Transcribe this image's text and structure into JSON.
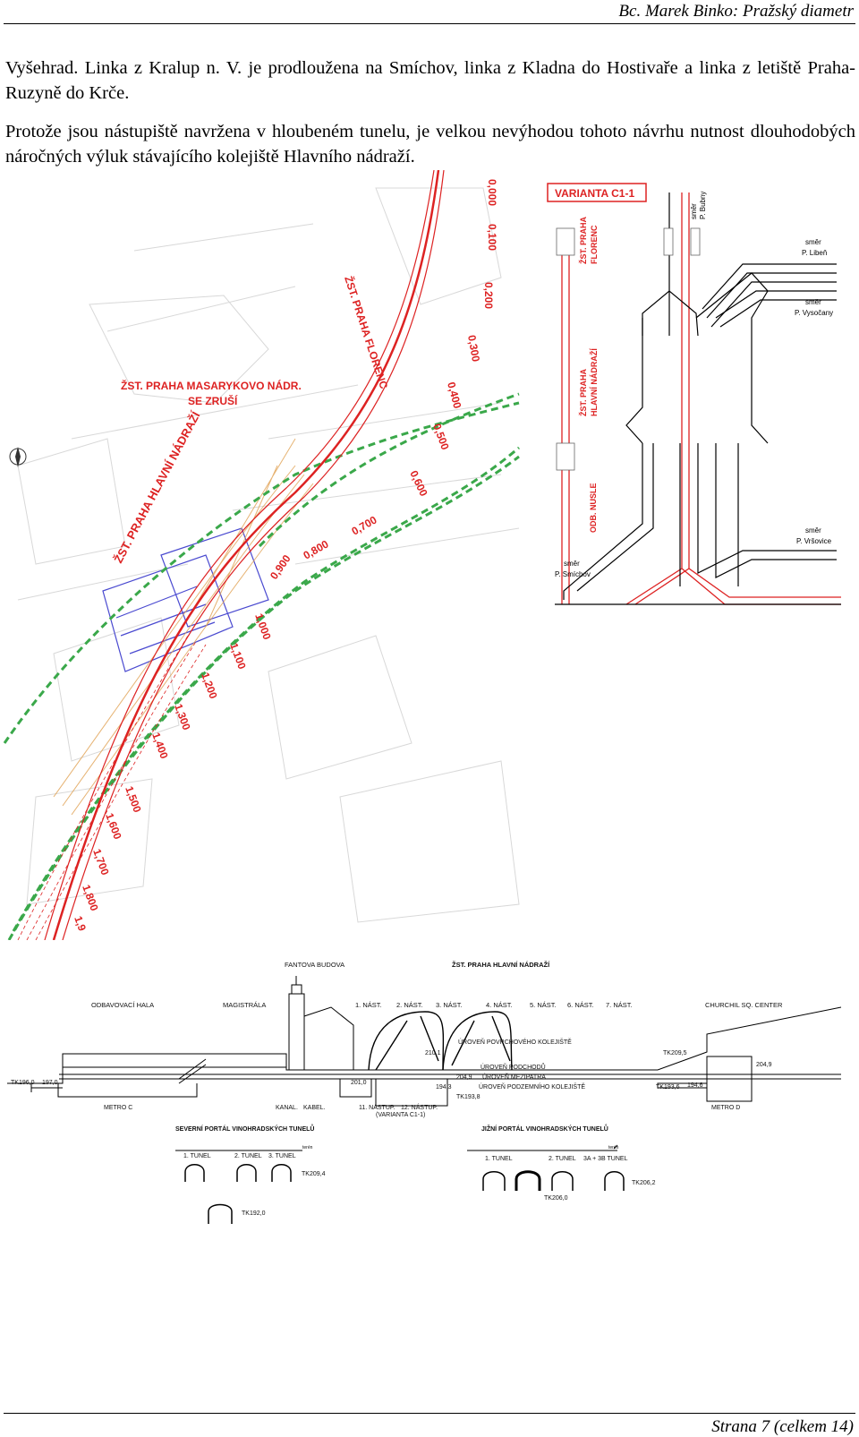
{
  "header": {
    "running_title": "Bc. Marek Binko: Pražský diametr"
  },
  "paragraphs": [
    "Vyšehrad. Linka z Kralup n. V. je prodloužena na Smíchov, linka z Kladna do Hostivaře a linka z letiště Praha-Ruzyně do Krče.",
    "Protože jsou nástupiště navržena v hloubeném tunelu, je velkou nevýhodou tohoto návrhu nutnost dlouhodobých náročných výluk stávajícího kolejiště Hlavního nádraží."
  ],
  "map": {
    "labels": {
      "florenc": "ŽST. PRAHA FLORENC",
      "masarykovo": "ŽST. PRAHA MASARYKOVO NÁDR.",
      "zrusi": "SE ZRUŠÍ",
      "hlavni": "ŽST. PRAHA HLAVNÍ NÁDRAŽÍ"
    },
    "chainage": [
      "0,000",
      "0,100",
      "0,200",
      "0,300",
      "0,400",
      "0,500",
      "0,600",
      "0,700",
      "0,800",
      "0,900",
      "1,000",
      "1,100",
      "1,200",
      "1,300",
      "1,400",
      "1,500",
      "1,600",
      "1,700",
      "1,800",
      "1,9"
    ]
  },
  "scheme": {
    "title": "VARIANTA C1-1",
    "florenc": [
      "ŽST. PRAHA",
      "FLORENC"
    ],
    "hlavni": [
      "ŽST. PRAHA",
      "HLAVNÍ NÁDRAŽÍ"
    ],
    "odb": "ODB. NUSLE",
    "dir_bubny": [
      "směr",
      "P. Bubny"
    ],
    "dir_liben": [
      "směr",
      "P. Libeň"
    ],
    "dir_vysocany": [
      "směr",
      "P. Vysočany"
    ],
    "dir_vrsovice": [
      "směr",
      "P. Vršovice"
    ],
    "dir_smichov": [
      "směr",
      "P. Smíchov"
    ]
  },
  "section": {
    "fantova": "FANTOVA BUDOVA",
    "zst": "ŽST. PRAHA  HLAVNÍ  NÁDRAŽÍ",
    "odbavovaci": "ODBAVOVACÍ HALA",
    "magistrala": "MAGISTRÁLA",
    "churchill": "CHURCHIL SQ. CENTER",
    "platforms": [
      "1. NÁST.",
      "2. NÁST.",
      "3. NÁST.",
      "4. NÁST.",
      "5. NÁST.",
      "6. NÁST.",
      "7. NÁST."
    ],
    "uroven_povrch": "ÚROVEŇ  POVRCHOVÉHO  KOLEJIŠTĚ",
    "uroven_podchodu": "ÚROVEŇ  PODCHODŮ",
    "uroven_mezipatra": "ÚROVEŇ  MEZIPATRA",
    "uroven_podzemniho": "ÚROVEŇ  PODZEMNÍHO  KOLEJIŠTĚ",
    "tk196": "TK196,0",
    "v197": "197,0",
    "v201": "201,0",
    "v210": "210,1",
    "v204_9a": "204,9",
    "v194_3": "194,3",
    "tk193_8": "TK193,8",
    "tk209_5": "TK209,5",
    "v204_9b": "204,9",
    "tk193_6": "TK193,6",
    "v194_6": "194,6",
    "metro_c": "METRO C",
    "kanal": "KANAL.",
    "kabel": "KABEL.",
    "nastup11": "11. NÁSTUP.",
    "nastup12": "12. NÁSTUP.",
    "varianta": "(VARIANTA C1-1)",
    "metro_d": "METRO D"
  },
  "portals": {
    "north_title": "SEVERNÍ PORTÁL  VINOHRADSKÝCH  TUNELŮ",
    "north_tunnels": [
      "1. TUNEL",
      "2. TUNEL",
      "3. TUNEL"
    ],
    "north_tk1": "TK209,4",
    "north_tk2": "TK192,0",
    "south_title": "JIŽNÍ PORTÁL  VINOHRADSKÝCH  TUNELŮ",
    "south_tunnels": [
      "1. TUNEL",
      "2. TUNEL",
      "3A + 3B TUNEL"
    ],
    "south_tk1": "TK206,2",
    "south_tk2": "TK206,0",
    "teren": "terén"
  },
  "footer": {
    "page": "Strana 7 (celkem 14)"
  }
}
